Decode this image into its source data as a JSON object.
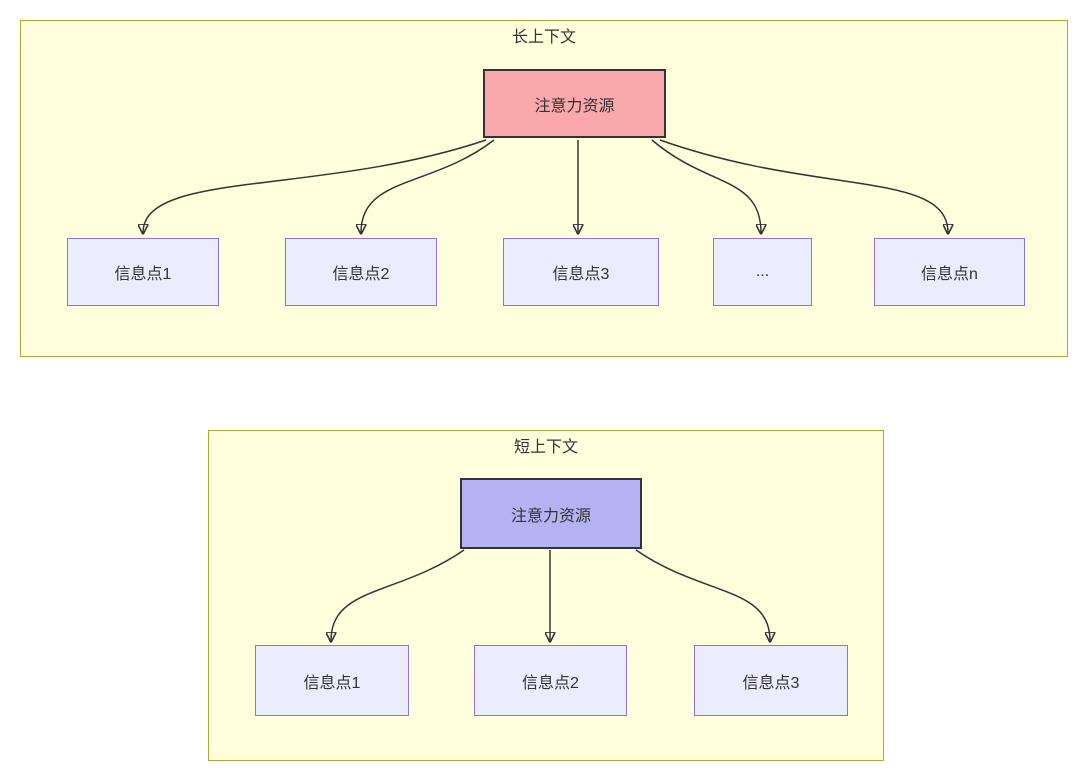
{
  "colors": {
    "panel_fill": "#ffffde",
    "panel_border": "#aaaa33",
    "node_fill": "#ececff",
    "node_border": "#9370db",
    "attention_long_fill": "#f9a8ac",
    "attention_short_fill": "#b3b3f2",
    "attention_border": "#333333",
    "arrow": "#333333",
    "text": "#333333"
  },
  "long_context": {
    "title": "长上下文",
    "attention_label": "注意力资源",
    "nodes": [
      {
        "label": "信息点1"
      },
      {
        "label": "信息点2"
      },
      {
        "label": "信息点3"
      },
      {
        "label": "..."
      },
      {
        "label": "信息点n"
      }
    ],
    "edges": [
      {
        "from": "注意力资源",
        "to": "信息点1"
      },
      {
        "from": "注意力资源",
        "to": "信息点2"
      },
      {
        "from": "注意力资源",
        "to": "信息点3"
      },
      {
        "from": "注意力资源",
        "to": "..."
      },
      {
        "from": "注意力资源",
        "to": "信息点n"
      }
    ]
  },
  "short_context": {
    "title": "短上下文",
    "attention_label": "注意力资源",
    "nodes": [
      {
        "label": "信息点1"
      },
      {
        "label": "信息点2"
      },
      {
        "label": "信息点3"
      }
    ],
    "edges": [
      {
        "from": "注意力资源",
        "to": "信息点1"
      },
      {
        "from": "注意力资源",
        "to": "信息点2"
      },
      {
        "from": "注意力资源",
        "to": "信息点3"
      }
    ]
  }
}
